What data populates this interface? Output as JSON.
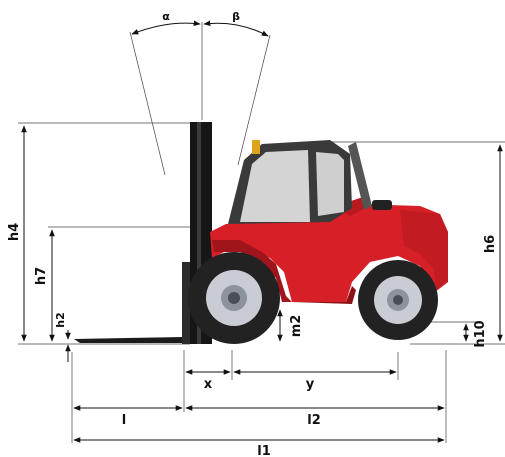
{
  "labels": {
    "alpha": "α",
    "beta": "β",
    "h4": "h4",
    "h7": "h7",
    "h2": "h2",
    "m2": "m2",
    "h6": "h6",
    "h10": "h10",
    "x": "x",
    "y": "y",
    "l": "l",
    "l2": "l2",
    "l1": "l1"
  },
  "colors": {
    "body_red": "#d61f26",
    "body_dark_red": "#a0151b",
    "cab_grey": "#3a3a3a",
    "glass": "#d4d4d4",
    "tyre": "#222222",
    "rim": "#c9cdd3"
  }
}
